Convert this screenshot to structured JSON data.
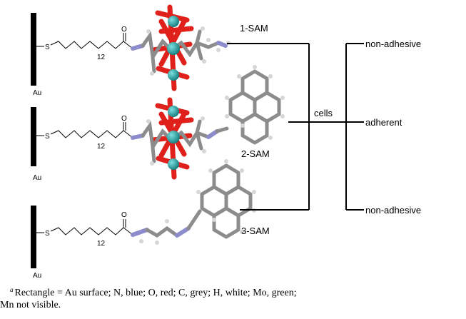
{
  "surface_label": "Au",
  "chain_repeat": "12",
  "sulfur": "S",
  "oxygen": "O",
  "sams": [
    "1-SAM",
    "2-SAM",
    "3-SAM"
  ],
  "center_label": "cells",
  "outcomes": [
    "non-adhesive",
    "adherent",
    "non-adhesive"
  ],
  "caption": {
    "marker": "a",
    "line1": "Rectangle = Au surface; N, blue; O, red; C, grey; H, white; Mo, green;",
    "line2": "Mn not visible."
  },
  "atom_colors": {
    "C": "#8c8c8c",
    "N": "#8c8ccc",
    "O": "#e0201a",
    "H": "#d6d6d6",
    "Mo": "#1f9a9a"
  }
}
